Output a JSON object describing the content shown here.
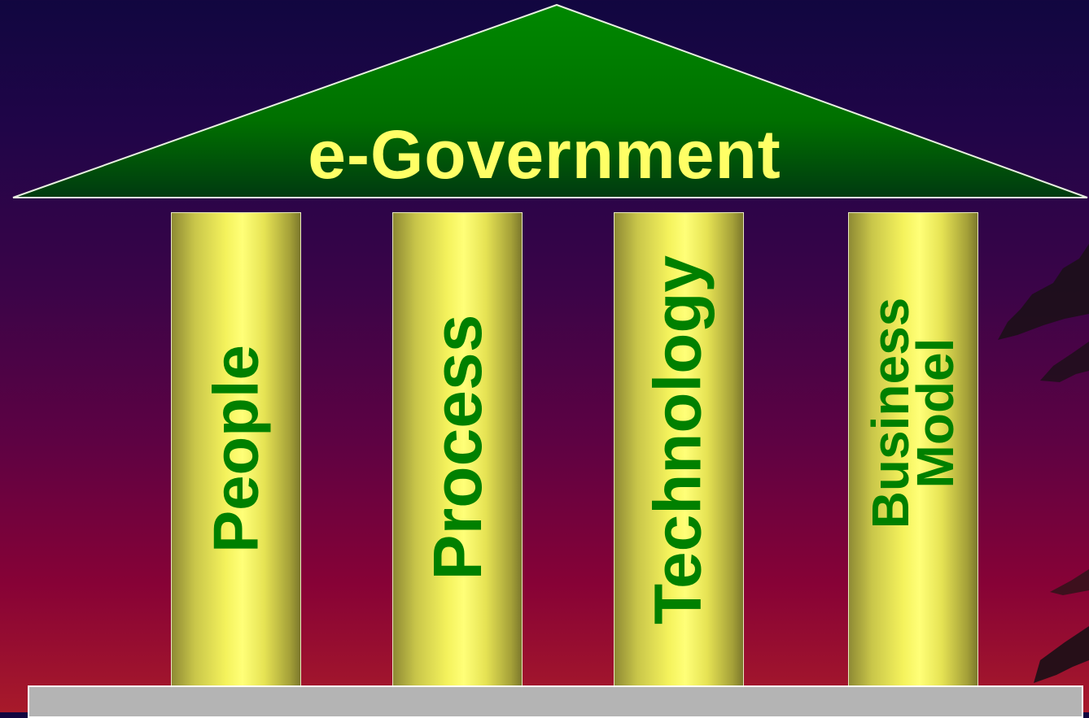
{
  "roof": {
    "title": "e-Government"
  },
  "pillars": [
    {
      "lines": [
        "People"
      ]
    },
    {
      "lines": [
        "Process"
      ]
    },
    {
      "lines": [
        "Technology"
      ]
    },
    {
      "lines": [
        "Business",
        "Model"
      ]
    }
  ],
  "colors": {
    "roof_fill": "#007800",
    "title_text": "#ffff66",
    "pillar_text": "#008000",
    "pillar_fill": "#f4f25c",
    "foundation": "#b4b4b4"
  }
}
